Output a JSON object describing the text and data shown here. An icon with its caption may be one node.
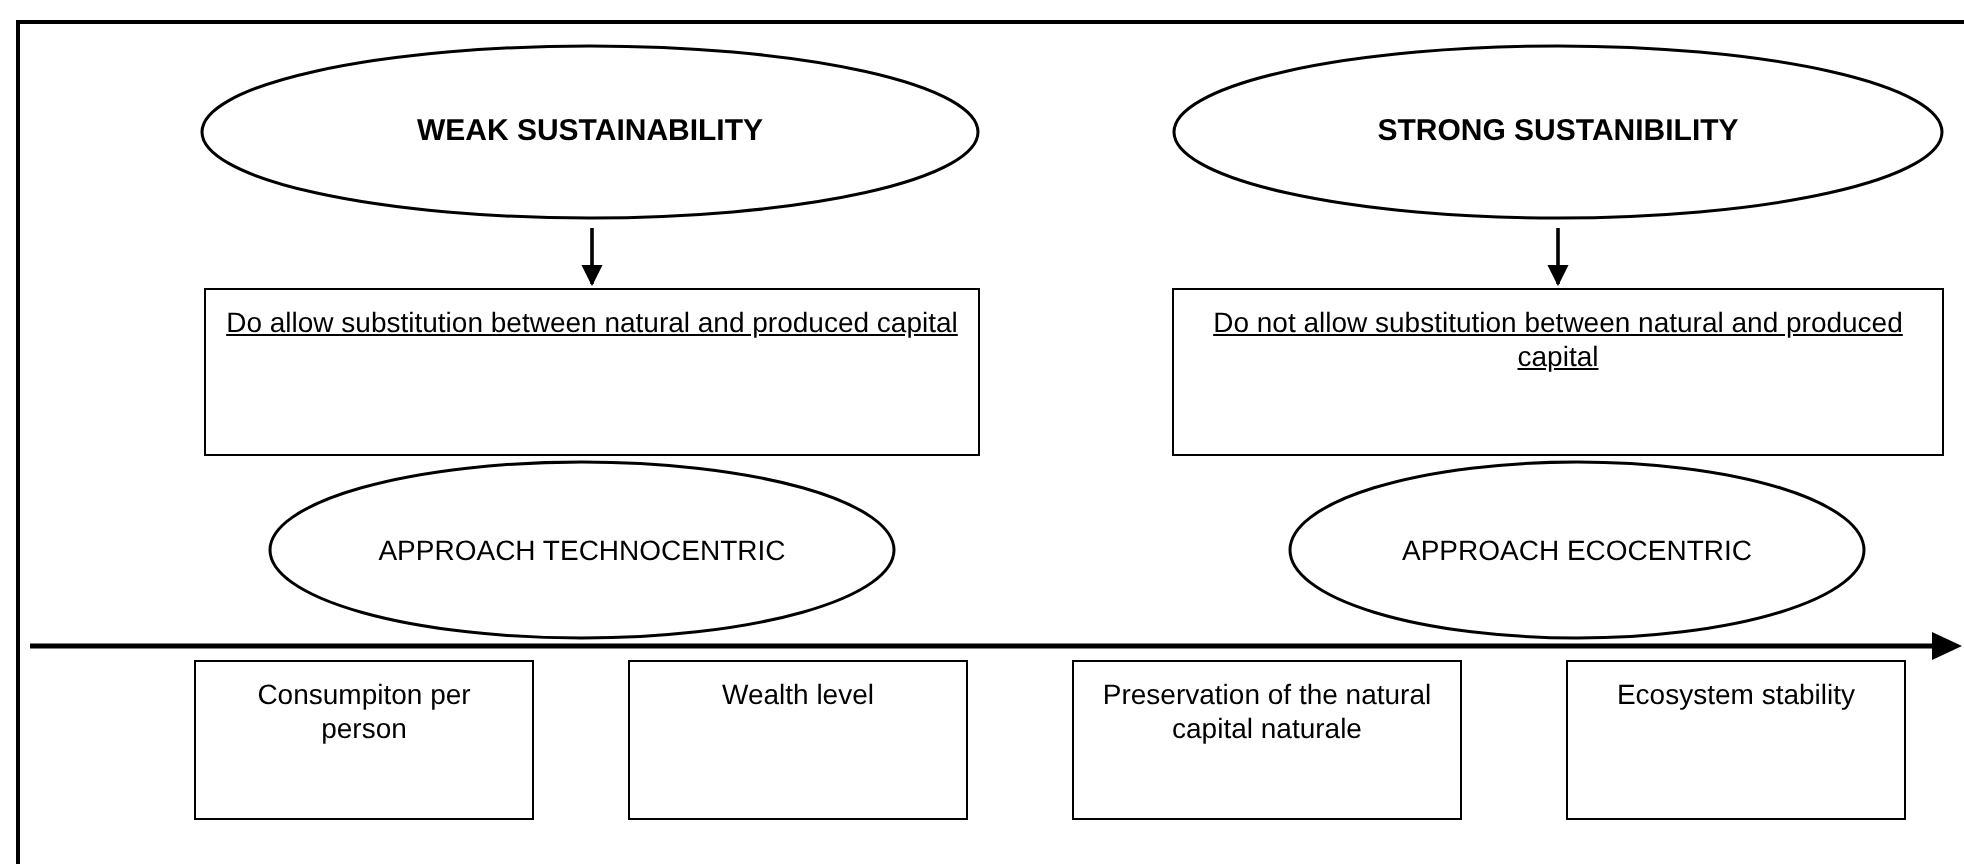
{
  "diagram": {
    "nodes": [
      {
        "text": [
          "WEAK SUSTAINABILITY"
        ]
      },
      {
        "text": [
          "STRONG SUSTANIBILITY"
        ]
      },
      {
        "text": [
          "Do allow substitution between natural and produced capital"
        ]
      },
      {
        "text": [
          "Do not allow substitution between natural and produced capital"
        ]
      },
      {
        "text": [
          "APPROACH TECHNOCENTRIC"
        ]
      },
      {
        "text": [
          "APPROACH ECOCENTRIC"
        ]
      },
      {
        "text": [
          "Consumpiton per person"
        ]
      },
      {
        "text": [
          "Wealth level"
        ]
      },
      {
        "text": [
          "Preservation of the natural capital naturale"
        ]
      },
      {
        "text": [
          "Ecosystem stability"
        ]
      }
    ],
    "edges": [
      {
        "from": 0,
        "to": 2,
        "arrow": "to"
      },
      {
        "from": 1,
        "to": 3,
        "arrow": "to"
      }
    ]
  }
}
